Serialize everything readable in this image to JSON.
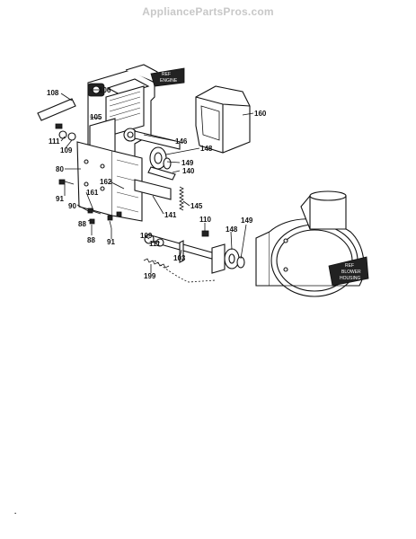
{
  "watermark": "AppliancePartsPros.com",
  "colors": {
    "watermark": "#c8c8c8",
    "ink": "#111111"
  },
  "callouts": {
    "engine_ref": [
      "REF",
      "ENGINE"
    ],
    "housing_ref": [
      "REF",
      "BLOWER",
      "HOUSING"
    ]
  },
  "parts": {
    "p108": "108",
    "p106": "106",
    "p105": "105",
    "p160": "160",
    "p111a": "111",
    "p109a": "109",
    "p146": "146",
    "p148a": "148",
    "p149a": "149",
    "p140": "140",
    "p80": "80",
    "p162": "162",
    "p91a": "91",
    "p161": "161",
    "p90": "90",
    "p88a": "88",
    "p141": "141",
    "p145": "145",
    "p110": "110",
    "p149b": "149",
    "p88b": "88",
    "p91b": "91",
    "p109b": "109",
    "p148b": "148",
    "p111b": "111",
    "p103": "103",
    "p199": "199"
  },
  "footer_mark": "."
}
